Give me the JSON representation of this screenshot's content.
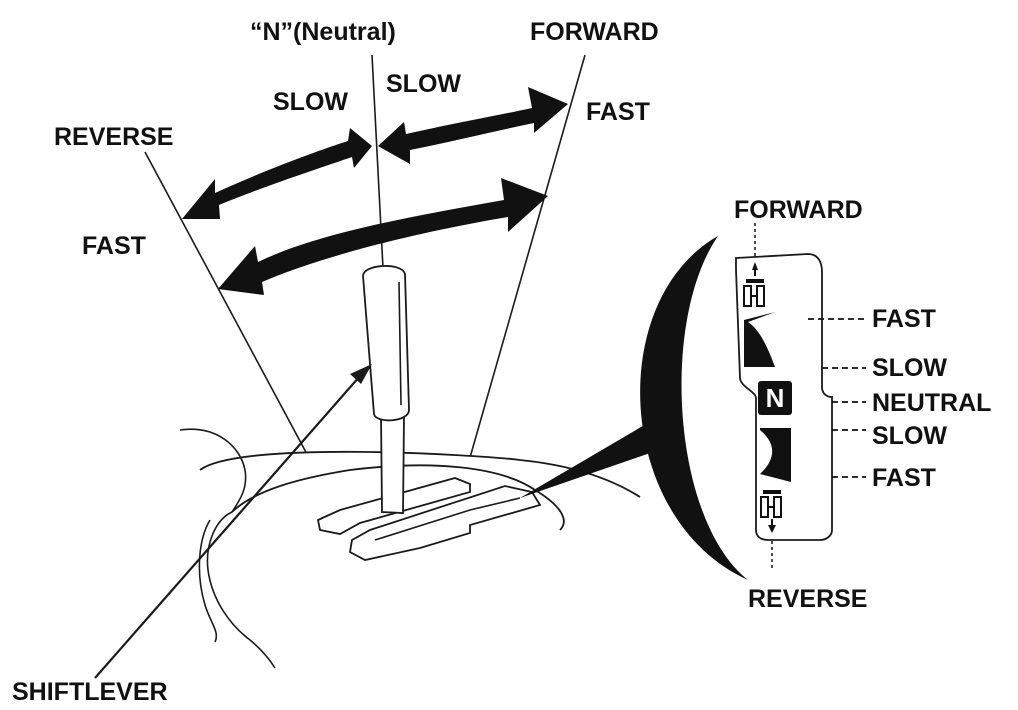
{
  "labels": {
    "neutral_top": "“N”(Neutral)",
    "forward_top": "FORWARD",
    "slow_left": "SLOW",
    "slow_right": "SLOW",
    "fast_right": "FAST",
    "reverse_left": "REVERSE",
    "fast_left": "FAST",
    "shift_lever": "SHIFTLEVER"
  },
  "indicator": {
    "forward": "FORWARD",
    "fast_upper": "FAST",
    "slow_upper": "SLOW",
    "neutral": "NEUTRAL",
    "slow_lower": "SLOW",
    "fast_lower": "FAST",
    "reverse": "REVERSE",
    "n_badge": "N"
  }
}
